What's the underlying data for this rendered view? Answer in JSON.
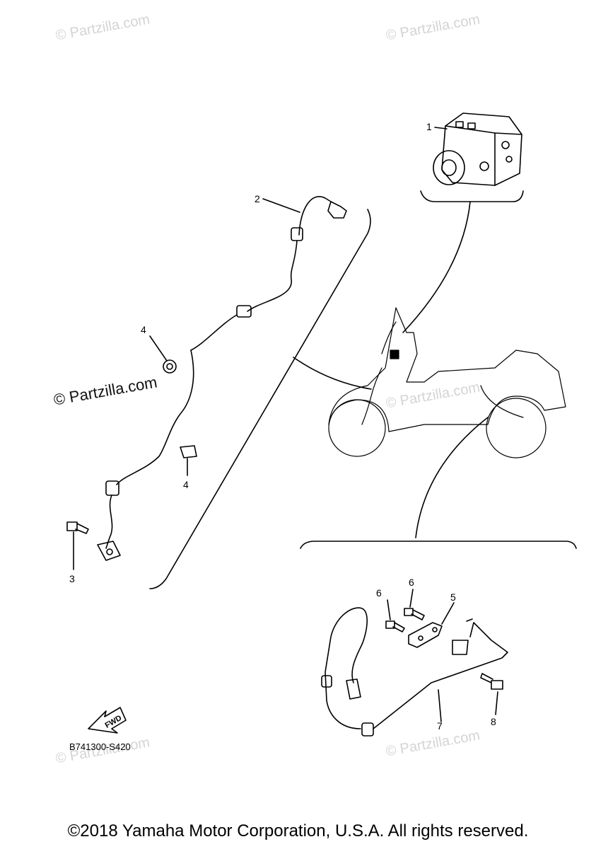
{
  "watermarks": {
    "faint": "© Partzilla.com",
    "main": "© Partzilla.com"
  },
  "callouts": {
    "n1": "1",
    "n2": "2",
    "n3": "3",
    "n4a": "4",
    "n4b": "4",
    "n5": "5",
    "n6a": "6",
    "n6b": "6",
    "n7": "7",
    "n8": "8"
  },
  "fwd_label": "FWD",
  "diagram_code": "B741300-S420",
  "footer": "©2018 Yamaha Motor Corporation, U.S.A. All rights reserved."
}
